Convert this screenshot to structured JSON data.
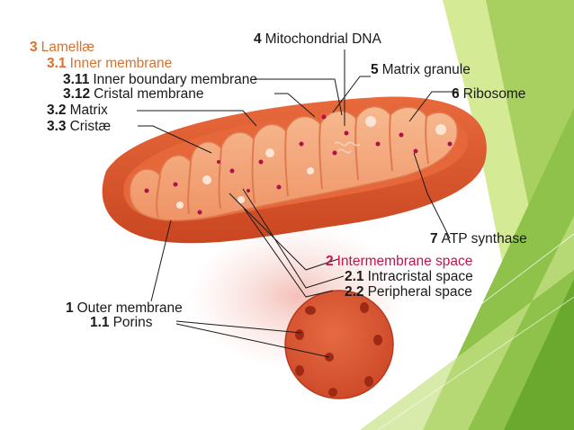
{
  "colors": {
    "green_light": "#c7e27a",
    "green_dark": "#7cb53a",
    "outer_membrane": "#d9572f",
    "inner_fill": "#f4a87a",
    "matrix_dot": "#b0114a",
    "label_orange": "#d9702b",
    "label_crimson": "#c0154a"
  },
  "labels": {
    "lamellae": {
      "num": "3",
      "text": "Lamellæ"
    },
    "inner_membrane": {
      "num": "3.1",
      "text": "Inner membrane"
    },
    "inner_boundary": {
      "num": "3.11",
      "text": "Inner boundary membrane"
    },
    "cristal_membrane": {
      "num": "3.12",
      "text": "Cristal membrane"
    },
    "matrix": {
      "num": "3.2",
      "text": "Matrix"
    },
    "cristae": {
      "num": "3.3",
      "text": "Cristæ"
    },
    "mito_dna": {
      "num": "4",
      "text": "Mitochondrial DNA"
    },
    "matrix_granule": {
      "num": "5",
      "text": "Matrix granule"
    },
    "ribosome": {
      "num": "6",
      "text": "Ribosome"
    },
    "atp_synthase": {
      "num": "7",
      "text": "ATP synthase"
    },
    "intermembrane": {
      "num": "2",
      "text": "Intermembrane space"
    },
    "intracristal": {
      "num": "2.1",
      "text": "Intracristal space"
    },
    "peripheral": {
      "num": "2.2",
      "text": "Peripheral space"
    },
    "outer_membrane": {
      "num": "1",
      "text": "Outer membrane"
    },
    "porins": {
      "num": "1.1",
      "text": "Porins"
    }
  }
}
